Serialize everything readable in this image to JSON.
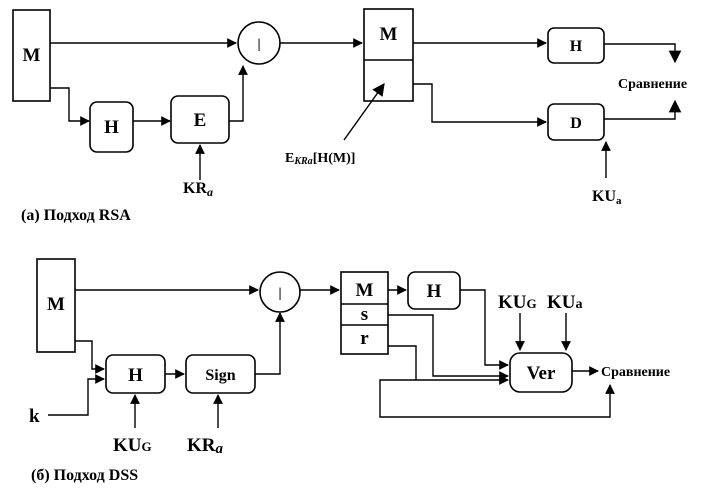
{
  "rsa": {
    "m_source": "M",
    "hash": "H",
    "encrypt": "E",
    "concat": "|",
    "msg_m": "M",
    "hash_recv": "H",
    "decrypt": "D",
    "compare": "Сравнение",
    "kr_main": "KR",
    "kr_sub": "a",
    "sig_label_e": "E",
    "sig_label_sub": "KRa",
    "sig_label_rest": "[H(M)]",
    "ku_main": "KU",
    "ku_sub": "a",
    "caption": "(а) Подход RSA"
  },
  "dss": {
    "m_source": "M",
    "hash": "H",
    "sign": "Sign",
    "concat": "|",
    "msg_m": "M",
    "msg_s": "s",
    "msg_r": "r",
    "hash_recv": "H",
    "verify": "Ver",
    "compare": "Сравнение",
    "k": "k",
    "kug_main": "KU",
    "kug_sub": "G",
    "kr_main": "KR",
    "kr_sub": "a",
    "ver_kug_main": "KU",
    "ver_kug_sub": "G",
    "ver_kua_main": "KU",
    "ver_kua_sub": "a",
    "caption": "(б) Подход DSS"
  }
}
